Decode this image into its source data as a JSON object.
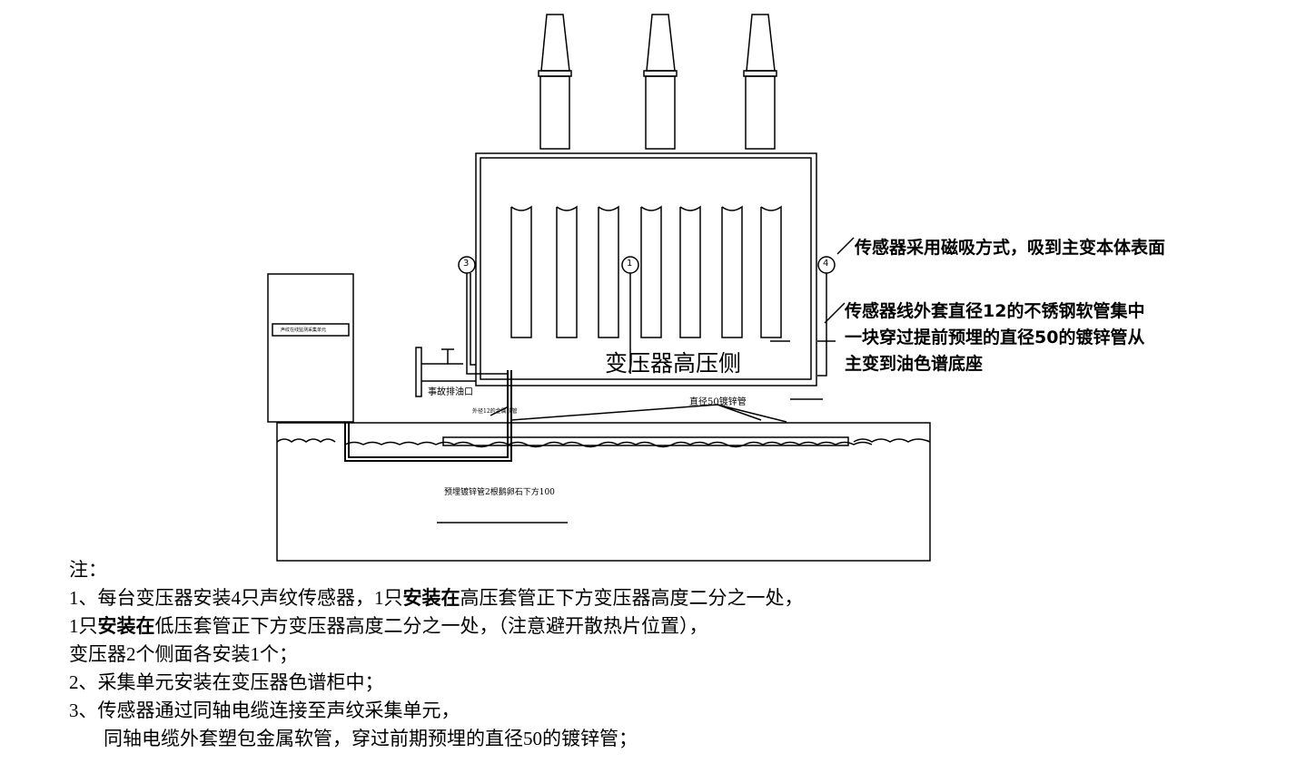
{
  "diagram": {
    "transformer_label": "变压器高压侧",
    "cabinet_label": "声纹在线监测采集单元",
    "drain_label": "事故排油口",
    "hose_label": "外径12的金属软管",
    "pipe_label": "直径50镀锌管",
    "buried_label": "预埋镀锌管2根鹅卵石下方100",
    "sensors": [
      "1",
      "3",
      "4"
    ],
    "annotation1": "传感器采用磁吸方式，吸到主变本体表面",
    "annotation2": [
      "传感器线外套直径12的不锈钢软管集中",
      "一块穿过提前预埋的直径50的镀锌管从",
      "主变到油色谱底座"
    ]
  },
  "notes": {
    "title": "注：",
    "l1a": "1、每台变压器安装4只声纹传感器，1只",
    "l1b": "安装在",
    "l1c": "高压套管正下方变压器高度二分之一处，",
    "l2a": "1只",
    "l2b": "安装在",
    "l2c": "低压套管正下方变压器高度二分之一处，（注意避开散热片位置），",
    "l3": "变压器2个侧面各安装1个；",
    "l4": "2、采集单元安装在变压器色谱柜中；",
    "l5": "3、传感器通过同轴电缆连接至声纹采集单元，",
    "l6": "同轴电缆外套塑包金属软管，穿过前期预埋的直径50的镀锌管；"
  }
}
